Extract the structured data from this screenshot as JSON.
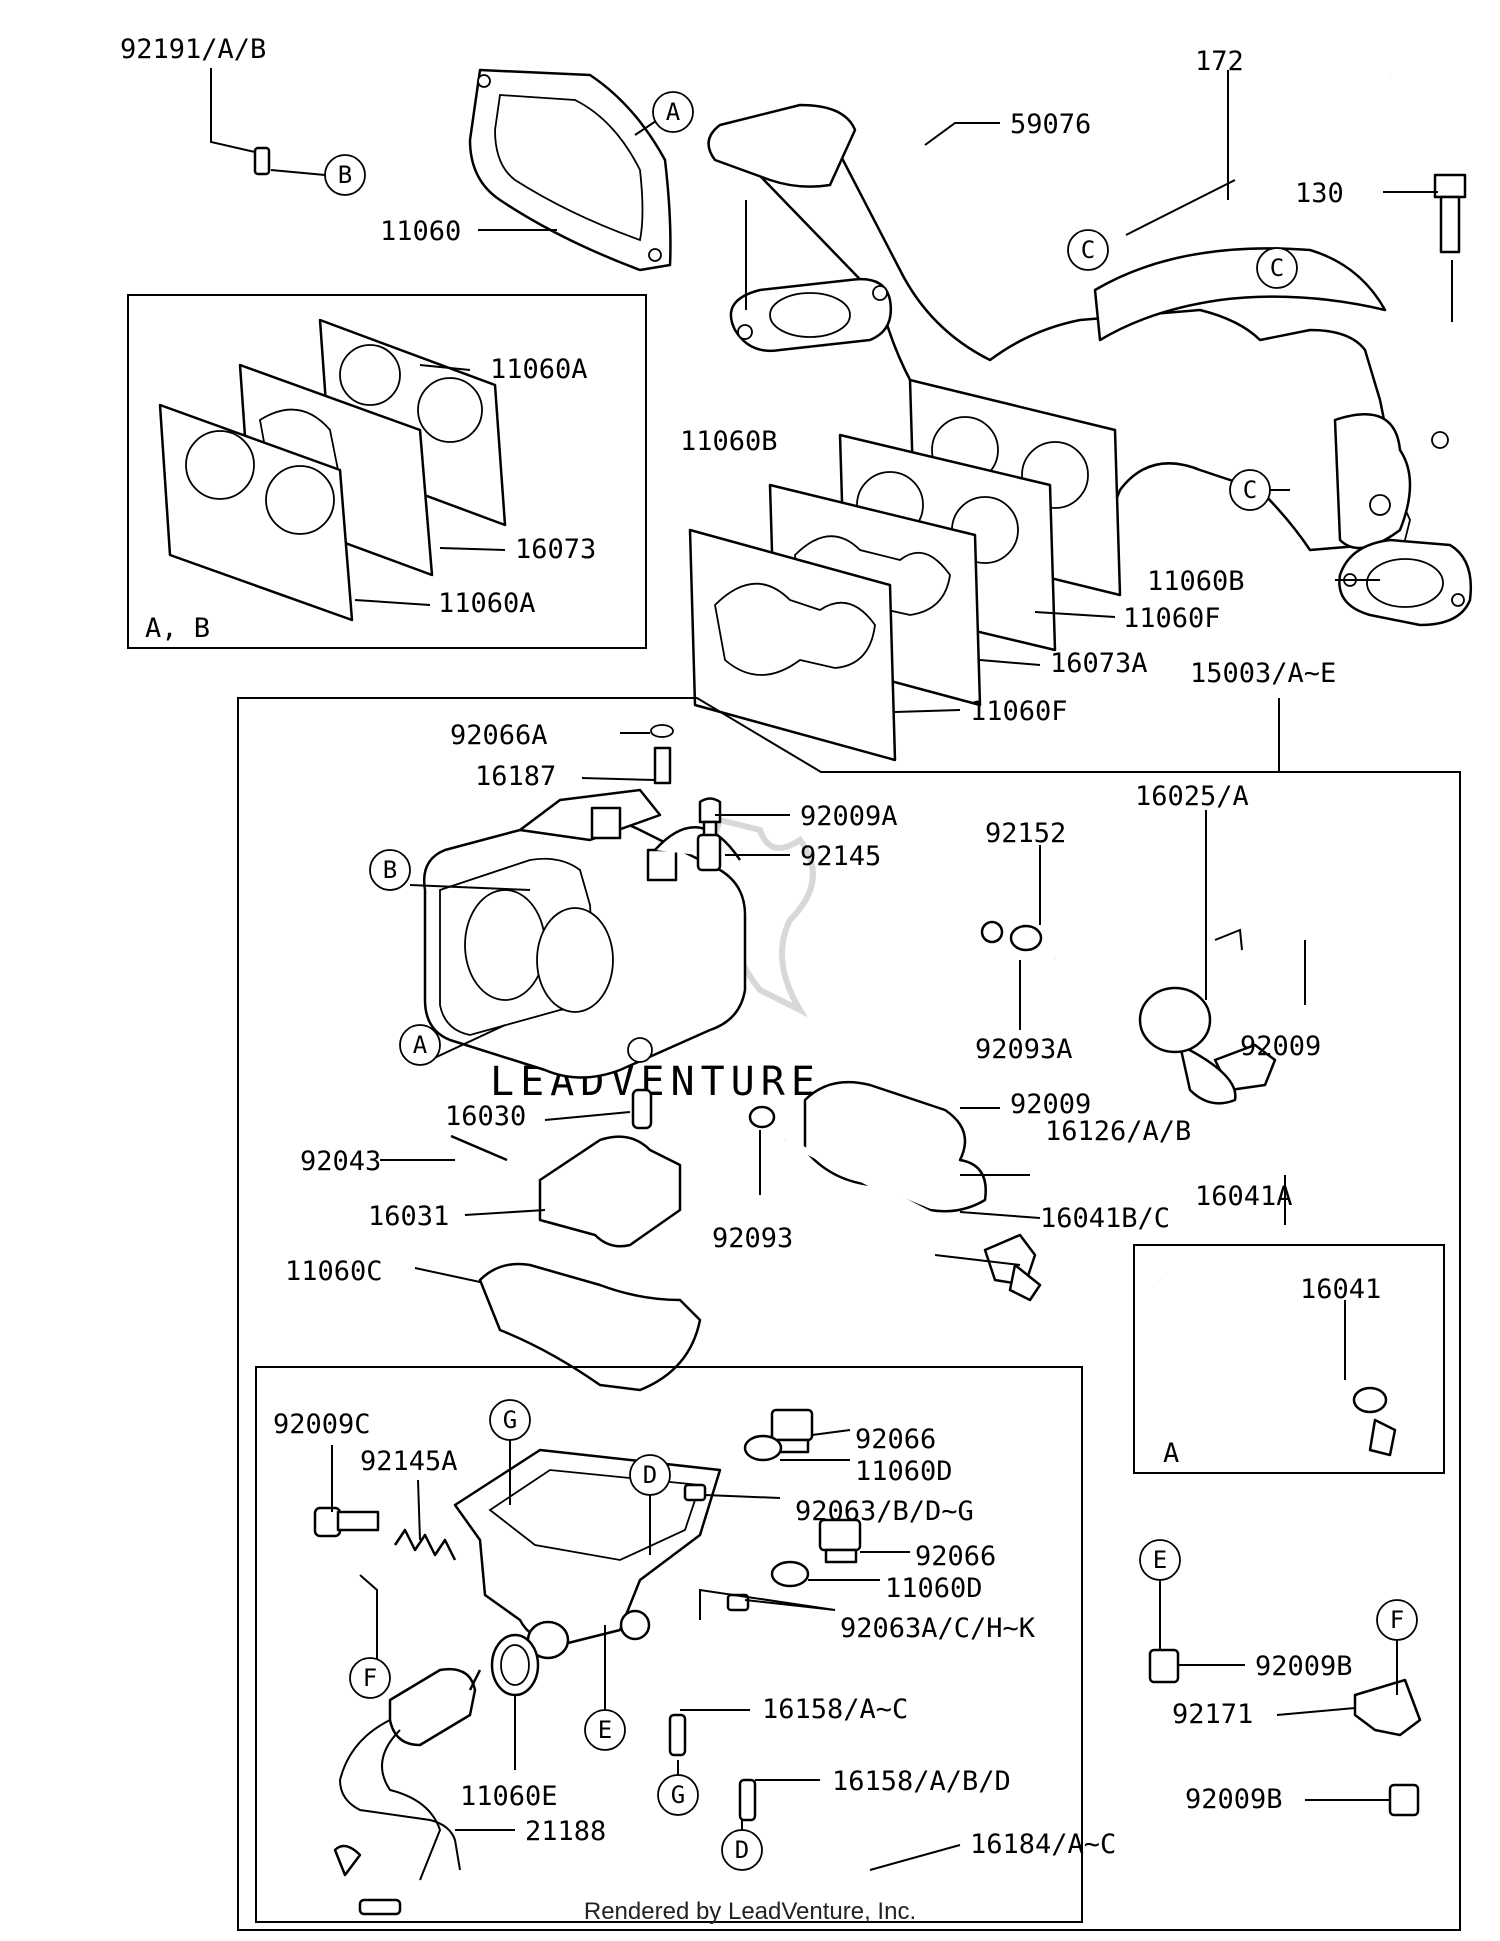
{
  "diagram": {
    "footer_text": "Rendered by LeadVenture, Inc.",
    "watermark_text": "LEADVENTURE",
    "inset_labels": {
      "gasket_inset": "A, B",
      "shaft_inset": "A"
    },
    "part_labels": [
      "92191/A/B",
      "11060",
      "172",
      "59076",
      "130",
      "11060A",
      "16073",
      "11060A",
      "11060B",
      "11060B",
      "11060F",
      "16073A",
      "11060F",
      "15003/A~E",
      "92066A",
      "16187",
      "92009A",
      "92145",
      "92152",
      "16025/A",
      "92009",
      "92093A",
      "92009",
      "16126/A/B",
      "16041A",
      "16030",
      "92043",
      "16031",
      "92093",
      "16041B/C",
      "11060C",
      "16041",
      "92009C",
      "92145A",
      "92066",
      "11060D",
      "92063/B/D~G",
      "92066",
      "11060D",
      "92063A/C/H~K",
      "16158/A~C",
      "16158/A/B/D",
      "11060E",
      "21188",
      "16184/A~C",
      "92009B",
      "92171",
      "92009B"
    ],
    "callout_letters": [
      "A",
      "B",
      "C",
      "C",
      "C",
      "B",
      "A",
      "G",
      "D",
      "F",
      "E",
      "G",
      "D",
      "E",
      "F"
    ]
  }
}
